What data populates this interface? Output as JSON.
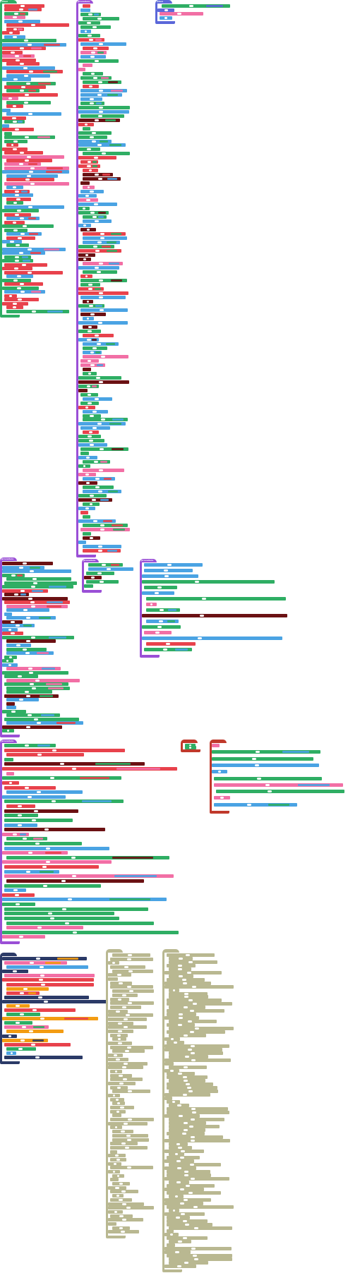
{
  "colors": {
    "green": "#2fae64",
    "blue": "#4aa3e3",
    "red": "#e8424c",
    "pink": "#f26fa5",
    "purple": "#9a4fd6",
    "darkblue": "#2b3a67",
    "maroon": "#6b1113",
    "orange": "#f39c12",
    "indigo": "#5b67d9",
    "olive": "#b9b891",
    "darkred": "#c0392b"
  },
  "blocks": [
    {
      "id": "group-a",
      "hat": "when",
      "color": "green"
    },
    {
      "id": "group-b",
      "hat": "procedure",
      "color": "purple"
    },
    {
      "id": "group-c",
      "hat": "when",
      "color": "indigo"
    },
    {
      "id": "group-d",
      "hat": "procedure",
      "color": "purple"
    },
    {
      "id": "group-e",
      "hat": "procedure",
      "color": "purple"
    },
    {
      "id": "group-f",
      "hat": "procedure",
      "color": "purple"
    },
    {
      "id": "group-g",
      "hat": "procedure",
      "color": "purple"
    },
    {
      "id": "group-h",
      "hat": "",
      "color": "darkred"
    },
    {
      "id": "group-i",
      "hat": "",
      "color": "darkred"
    },
    {
      "id": "group-j",
      "hat": "",
      "color": "darkblue"
    },
    {
      "id": "group-k",
      "hat": "",
      "color": "olive"
    },
    {
      "id": "group-l",
      "hat": "",
      "color": "olive"
    }
  ]
}
